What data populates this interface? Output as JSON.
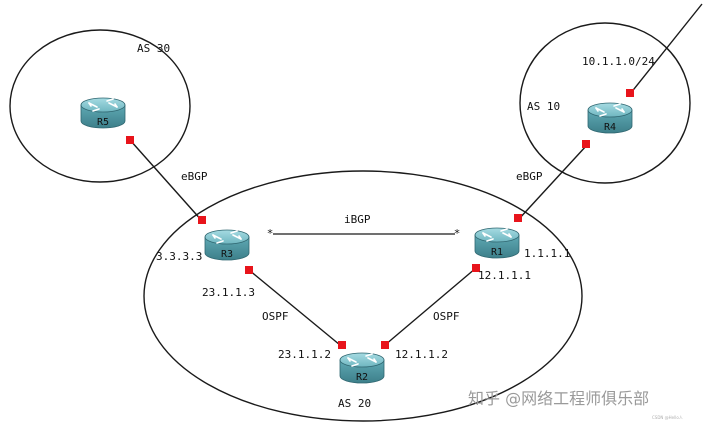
{
  "as_regions": {
    "as30": "AS 30",
    "as10": "AS 10",
    "as20": "AS 20"
  },
  "routers": {
    "r1": "R1",
    "r2": "R2",
    "r3": "R3",
    "r4": "R4",
    "r5": "R5"
  },
  "links": {
    "r5_r3": "eBGP",
    "r4_r1": "eBGP",
    "r3_r1": "iBGP",
    "r3_r2": "OSPF",
    "r1_r2": "OSPF"
  },
  "addresses": {
    "r3_loopback": "3.3.3.3",
    "r3_to_r2": "23.1.1.3",
    "r2_to_r3": "23.1.1.2",
    "r2_to_r1": "12.1.1.2",
    "r1_to_r2": "12.1.1.1",
    "r1_loopback": "1.1.1.1",
    "r4_network": "10.1.1.0/24"
  },
  "watermark": {
    "text": "知乎 @网络工程师俱乐部",
    "small": "CSDN @Hello人"
  },
  "colors": {
    "router_body": "#4f9aa6",
    "router_top": "#8ccad3",
    "port_marker": "#e8141b",
    "line": "#1a1a1a"
  }
}
